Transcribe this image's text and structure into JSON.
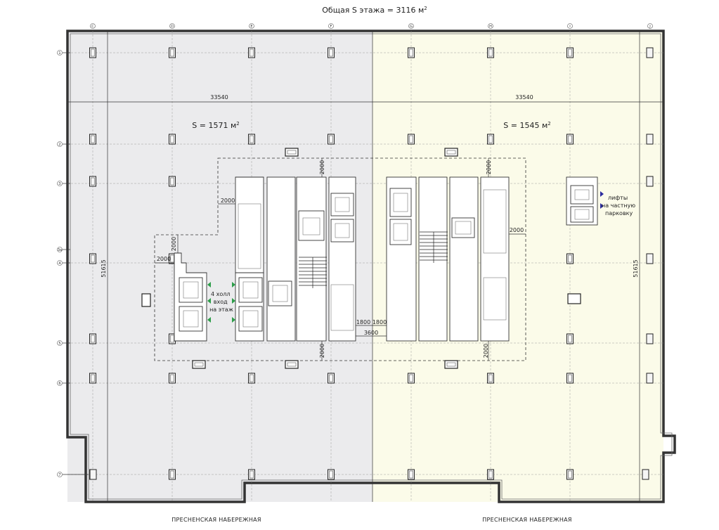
{
  "title_prefix": "Общая S этажа = 3116 м",
  "title_sup": "2",
  "zones": {
    "left": {
      "area_prefix": "S = 1571 м",
      "area_sup": "2",
      "fill": "#ebebed"
    },
    "right": {
      "area_prefix": "S = 1545 м",
      "area_sup": "2",
      "fill": "#fbfbe9"
    }
  },
  "dimensions": {
    "width_left": "33540",
    "width_right": "33540",
    "height_left": "51615",
    "height_right": "51615",
    "d2000_a": "2000",
    "d2000_b": "2000",
    "d2000_c": "2000",
    "d2000_d": "2000",
    "d2000_e": "2000",
    "d2000_f": "2000",
    "d2000_g": "2000",
    "d2000_h": "2000",
    "d1800_left": "1800",
    "d1800_right": "1800",
    "d3600": "3600"
  },
  "axes": {
    "columns": [
      "C",
      "D",
      "E",
      "F",
      "G",
      "H",
      "I",
      "J"
    ],
    "rows": [
      "1",
      "2",
      "3",
      "3a",
      "4",
      "5",
      "6",
      "7"
    ]
  },
  "notes": {
    "hall": [
      "4 холл",
      "вход",
      "на этаж"
    ],
    "lifts": [
      "лифты",
      "на частную",
      "парковку"
    ]
  },
  "streets": {
    "left": "ПРЕСНЕНСКАЯ НАБЕРЕЖНАЯ",
    "right": "ПРЕСНЕНСКАЯ НАБЕРЕЖНАЯ"
  },
  "colors": {
    "wall": "#333333",
    "marker_green": "#2e9e4a",
    "marker_blue": "#2a2a9e"
  }
}
